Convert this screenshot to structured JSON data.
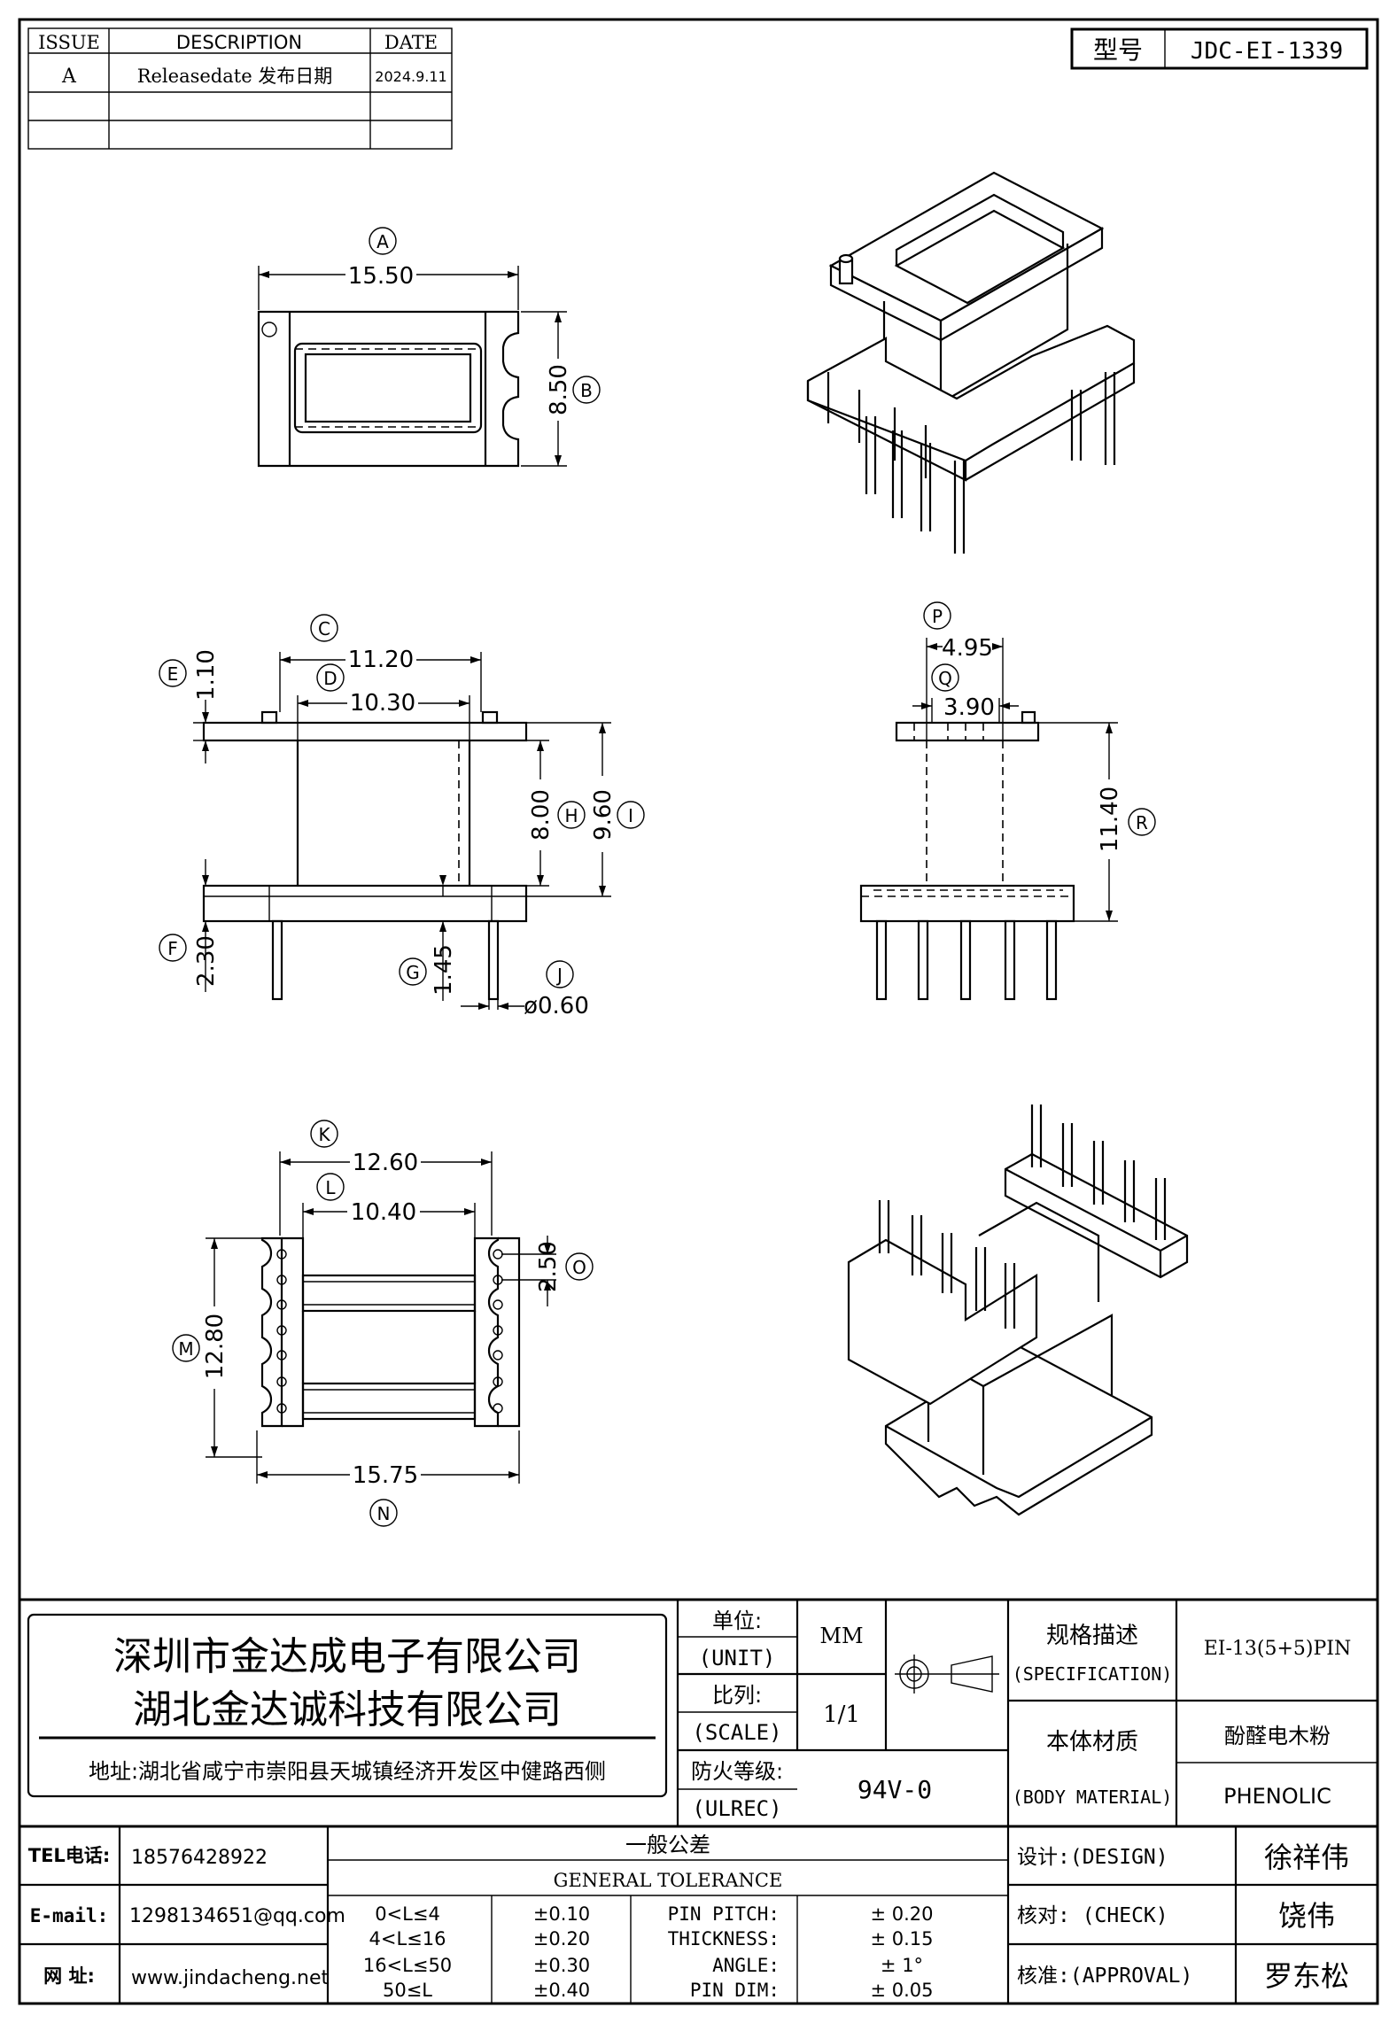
{
  "revision": {
    "headers": {
      "issue": "ISSUE",
      "description": "DESCRIPTION",
      "date": "DATE"
    },
    "rows": [
      {
        "issue": "A",
        "description": "Releasedate 发布日期",
        "date": "2024.9.11"
      }
    ]
  },
  "model": {
    "label": "型号",
    "value": "JDC-EI-1339"
  },
  "dimensions": {
    "A": "15.50",
    "B": "8.50",
    "C": "11.20",
    "D": "10.30",
    "E": "1.10",
    "F": "2.30",
    "G": "1.45",
    "H": "8.00",
    "I": "9.60",
    "J": "ø0.60",
    "K": "12.60",
    "L": "10.40",
    "M": "12.80",
    "N": "15.75",
    "O": "2.50",
    "P": "4.95",
    "Q": "3.90",
    "R": "11.40"
  },
  "company": {
    "name1": "深圳市金达成电子有限公司",
    "name2": "湖北金达诚科技有限公司",
    "address": "地址:湖北省咸宁市崇阳县天城镇经济开发区中健路西侧"
  },
  "spec": {
    "unit_label": "单位:",
    "unit_label_en": "(UNIT)",
    "unit_value": "MM",
    "scale_label": "比列:",
    "scale_label_en": "(SCALE)",
    "scale_value": "1/1",
    "ul_label": "防火等级:",
    "ul_label_en": "(ULREC)",
    "ul_value": "94V-0",
    "spec_label": "规格描述",
    "spec_label_en": "(SPECIFICATION)",
    "spec_value": "EI-13(5+5)PIN",
    "material_label": "本体材质",
    "material_label_en": "(BODY MATERIAL)",
    "material_value_cn": "酚醛电木粉",
    "material_value_en": "PHENOLIC"
  },
  "contact": {
    "tel_label": "TEL电话:",
    "tel": "18576428922",
    "email_label": "E-mail:",
    "email": "1298134651@qq.com",
    "web_label": "网  址:",
    "web": "www.jindacheng.net"
  },
  "tolerance": {
    "title_cn": "一般公差",
    "title_en": "GENERAL TOLERANCE",
    "ranges": [
      {
        "range": "0<L≤4",
        "tol": "±0.10"
      },
      {
        "range": "4<L≤16",
        "tol": "±0.20"
      },
      {
        "range": "16<L≤50",
        "tol": "±0.30"
      },
      {
        "range": "50≤L",
        "tol": "±0.40"
      }
    ],
    "items": [
      {
        "name": "PIN PITCH:",
        "tol": "± 0.20"
      },
      {
        "name": "THICKNESS:",
        "tol": "± 0.15"
      },
      {
        "name": "ANGLE:",
        "tol": "± 1°"
      },
      {
        "name": "PIN DIM:",
        "tol": "± 0.05"
      }
    ]
  },
  "signoff": {
    "design_label": "设计:(DESIGN)",
    "design_name": "徐祥伟",
    "check_label": "核对: (CHECK)",
    "check_name": "饶伟",
    "approval_label": "核准:(APPROVAL)",
    "approval_name": "罗东松"
  }
}
